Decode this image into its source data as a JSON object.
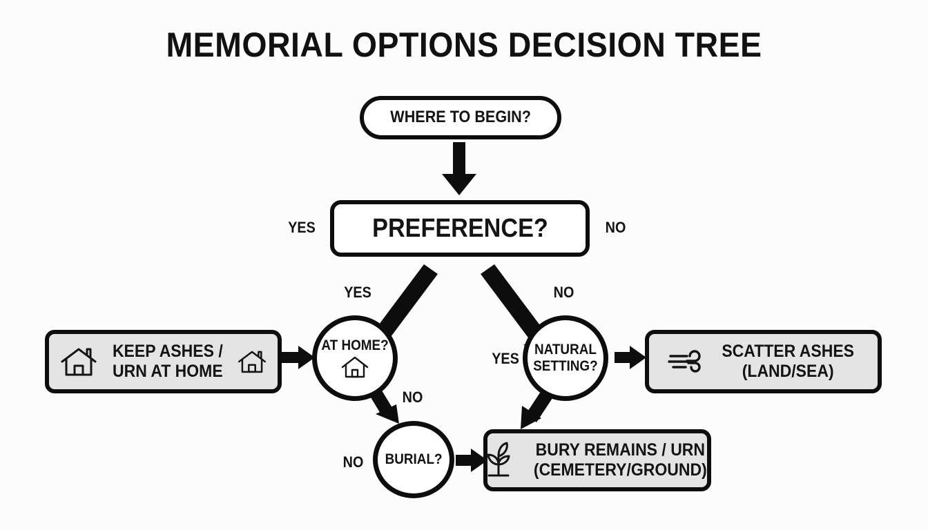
{
  "title": "MEMORIAL OPTIONS DECISION TREE",
  "theme": {
    "background": "#fcfcfc",
    "stroke": "#0d0d0d",
    "text": "#131313",
    "outcome_fill": "#e4e4e4",
    "node_fill": "#ffffff"
  },
  "nodes": {
    "start": {
      "label": "WHERE TO BEGIN?",
      "shape": "pill"
    },
    "preference": {
      "label": "PREFERENCE?",
      "shape": "rounded-rect"
    },
    "at_home": {
      "label": "AT HOME?",
      "shape": "circle",
      "icon": "house-icon"
    },
    "natural_setting": {
      "label_line1": "NATURAL",
      "label_line2": "SETTING?",
      "shape": "circle"
    },
    "burial": {
      "label": "BURIAL?",
      "shape": "circle"
    }
  },
  "outcomes": {
    "keep_ashes": {
      "line1": "KEEP ASHES /",
      "line2": "URN AT HOME",
      "icon_left": "house-icon",
      "icon_right": "house-icon"
    },
    "scatter_ashes": {
      "line1": "SCATTER ASHES",
      "line2": "(LAND/SEA)",
      "icon_left": "wind-icon"
    },
    "bury_remains": {
      "line1": "BURY REMAINS / URN",
      "line2": "(CEMETERY/GROUND)",
      "icon_left": "sprout-icon"
    }
  },
  "edge_labels": {
    "preference_left": "YES",
    "preference_right": "NO",
    "branch_yes": "YES",
    "branch_no": "NO",
    "at_home_no": "NO",
    "natural_yes": "YES",
    "burial_no": "NO"
  },
  "icons": {
    "house": "house-icon",
    "wind": "wind-icon",
    "sprout": "sprout-icon",
    "arrow": "arrow-icon"
  }
}
